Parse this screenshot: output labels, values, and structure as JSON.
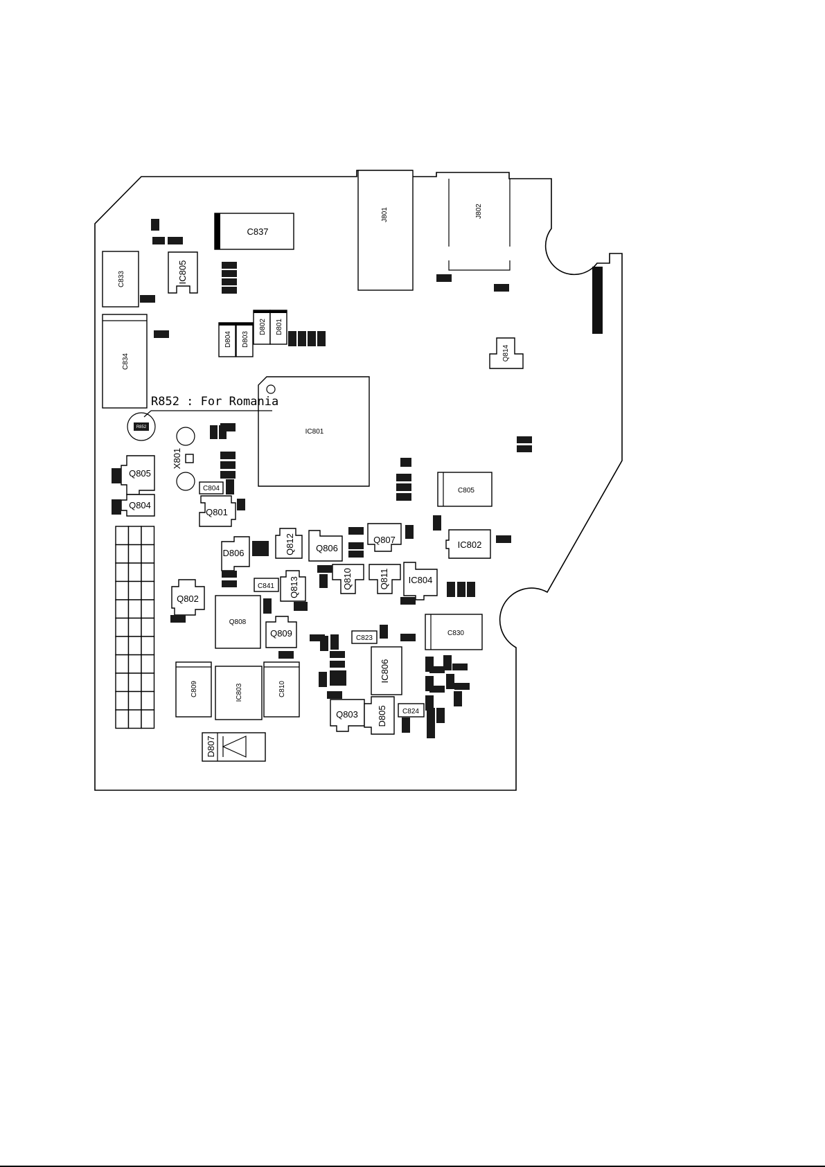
{
  "note": {
    "text": "R852 : For Romania"
  },
  "components": [
    {
      "ref": "J801"
    },
    {
      "ref": "J802"
    },
    {
      "ref": "C837"
    },
    {
      "ref": "C833"
    },
    {
      "ref": "IC805"
    },
    {
      "ref": "C834"
    },
    {
      "ref": "D804"
    },
    {
      "ref": "D803"
    },
    {
      "ref": "D802"
    },
    {
      "ref": "D801"
    },
    {
      "ref": "Q814"
    },
    {
      "ref": "IC801"
    },
    {
      "ref": "X801"
    },
    {
      "ref": "Q805"
    },
    {
      "ref": "Q804"
    },
    {
      "ref": "C804"
    },
    {
      "ref": "Q801"
    },
    {
      "ref": "C805"
    },
    {
      "ref": "IC802"
    },
    {
      "ref": "D806"
    },
    {
      "ref": "Q812"
    },
    {
      "ref": "Q806"
    },
    {
      "ref": "Q807"
    },
    {
      "ref": "Q810"
    },
    {
      "ref": "Q811"
    },
    {
      "ref": "IC804"
    },
    {
      "ref": "Q802"
    },
    {
      "ref": "C841"
    },
    {
      "ref": "Q813"
    },
    {
      "ref": "Q808"
    },
    {
      "ref": "Q809"
    },
    {
      "ref": "C823"
    },
    {
      "ref": "C830"
    },
    {
      "ref": "IC806"
    },
    {
      "ref": "C809"
    },
    {
      "ref": "IC803"
    },
    {
      "ref": "C810"
    },
    {
      "ref": "Q803"
    },
    {
      "ref": "D805"
    },
    {
      "ref": "C824"
    },
    {
      "ref": "D807"
    },
    {
      "ref": "R852"
    }
  ]
}
